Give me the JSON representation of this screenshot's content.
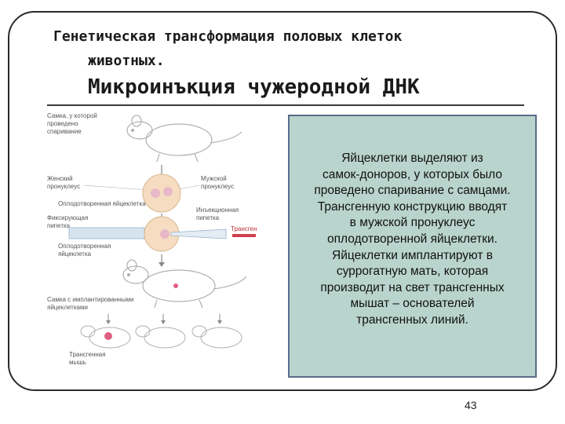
{
  "slide": {
    "title_line1": "Генетическая трансформация половых клеток",
    "title_line2": "животных.",
    "heading": "Микроинъкция чужеродной ДНК",
    "body_lines": [
      "Яйцеклетки выделяют из",
      "самок-доноров, у которых было",
      "проведено спаривание с самцами.",
      "Трансгенную конструкцию вводят",
      "в мужской пронуклеус",
      "оплодотворенной яйцеклетки.",
      "Яйцеклетки имплантируют в",
      "суррогатную мать, которая",
      "производит на свет трансгенных",
      "мышат – основателей",
      "трансгенных линий."
    ],
    "page_number": "43"
  },
  "diagram": {
    "labels": {
      "top_left": [
        "Самка, у которой",
        "проведено",
        "спаривание"
      ],
      "female_pronucleus": [
        "Женский",
        "пронуклеус"
      ],
      "male_pronucleus": [
        "Мужской",
        "пронуклеус"
      ],
      "fertilized_egg": "Оплодотворенная яйцеклетка",
      "holding_pipette": [
        "Фиксирующая",
        "пипетка"
      ],
      "injection_pipette": [
        "Инъекционная",
        "пипетка"
      ],
      "transgene": "Трансген",
      "injected_egg": [
        "Оплодотворенная",
        "яйцеклетка"
      ],
      "surrogate": [
        "Самка с имплантированными",
        "яйцеклетками"
      ],
      "transgenic": [
        "Трансгенная",
        "мышь"
      ]
    },
    "colors": {
      "mouse_outline": "#b0b0b0",
      "egg_fill": "#f6dcc0",
      "pronucleus_fill": "#e8b8c8",
      "transgene_bar": "#d04050",
      "transgenic_mark": "#e06080",
      "arrow": "#888888"
    }
  }
}
